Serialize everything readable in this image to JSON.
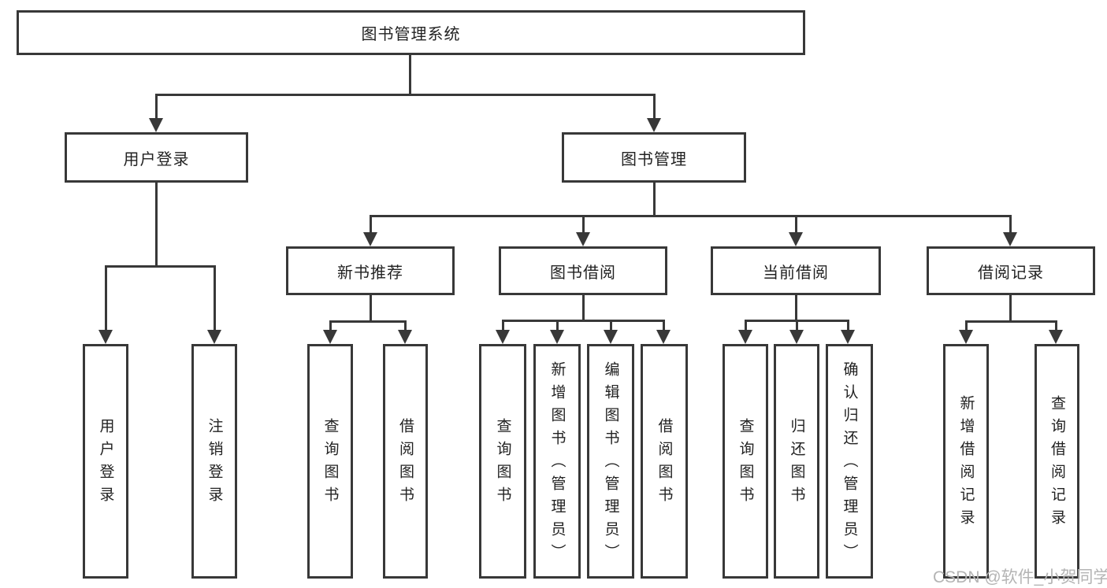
{
  "diagram": {
    "type": "hierarchy-flowchart",
    "colors": {
      "background": "#ffffff",
      "box_fill": "#ffffff",
      "box_border": "#383838",
      "line": "#383838",
      "text": "#222222",
      "watermark": "#b4b4b4"
    }
  },
  "tree": {
    "root": {
      "label": "图书管理系统"
    },
    "branches": [
      {
        "label": "用户登录",
        "children": [
          {
            "label": "用户登录"
          },
          {
            "label": "注销登录"
          }
        ]
      },
      {
        "label": "图书管理",
        "sections": [
          {
            "label": "新书推荐",
            "children": [
              {
                "label": "查询图书"
              },
              {
                "label": "借阅图书"
              }
            ]
          },
          {
            "label": "图书借阅",
            "children": [
              {
                "label": "查询图书"
              },
              {
                "label": "新增图书（管理员）"
              },
              {
                "label": "编辑图书（管理员）"
              },
              {
                "label": "借阅图书"
              }
            ]
          },
          {
            "label": "当前借阅",
            "children": [
              {
                "label": "查询图书"
              },
              {
                "label": "归还图书"
              },
              {
                "label": "确认归还（管理员）"
              }
            ]
          },
          {
            "label": "借阅记录",
            "children": [
              {
                "label": "新增借阅记录"
              },
              {
                "label": "查询借阅记录"
              }
            ]
          }
        ]
      }
    ]
  },
  "watermark": {
    "text": "CSDN @软件_小贺同学"
  }
}
